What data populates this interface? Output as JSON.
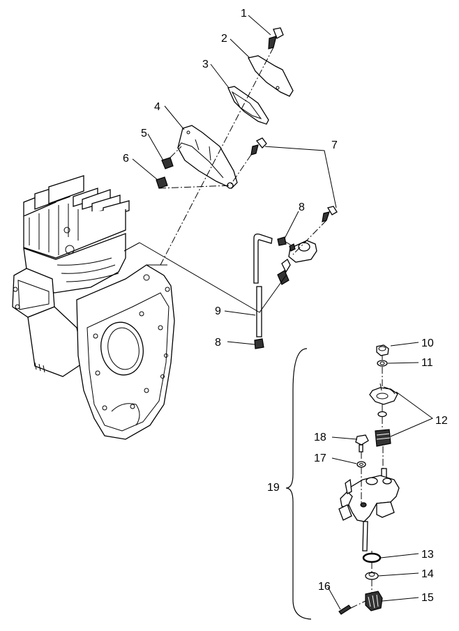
{
  "diagram": {
    "title": "Oil pump / cover exploded parts view",
    "callouts": [
      {
        "id": "1",
        "label": "1"
      },
      {
        "id": "2",
        "label": "2"
      },
      {
        "id": "3",
        "label": "3"
      },
      {
        "id": "4",
        "label": "4"
      },
      {
        "id": "5",
        "label": "5"
      },
      {
        "id": "6",
        "label": "6"
      },
      {
        "id": "7",
        "label": "7"
      },
      {
        "id": "8a",
        "label": "8"
      },
      {
        "id": "8b",
        "label": "8"
      },
      {
        "id": "9",
        "label": "9"
      },
      {
        "id": "10",
        "label": "10"
      },
      {
        "id": "11",
        "label": "11"
      },
      {
        "id": "12",
        "label": "12"
      },
      {
        "id": "13",
        "label": "13"
      },
      {
        "id": "14",
        "label": "14"
      },
      {
        "id": "15",
        "label": "15"
      },
      {
        "id": "16",
        "label": "16"
      },
      {
        "id": "17",
        "label": "17"
      },
      {
        "id": "18",
        "label": "18"
      },
      {
        "id": "19",
        "label": "19"
      }
    ],
    "parts": [
      {
        "name": "bolt"
      },
      {
        "name": "cover-plate"
      },
      {
        "name": "gasket"
      },
      {
        "name": "pump-cover"
      },
      {
        "name": "collar"
      },
      {
        "name": "bushing"
      },
      {
        "name": "banjo-bolt"
      },
      {
        "name": "hose-clamp"
      },
      {
        "name": "oil-hose"
      },
      {
        "name": "nut"
      },
      {
        "name": "washer"
      },
      {
        "name": "control-lever-assembly"
      },
      {
        "name": "o-ring"
      },
      {
        "name": "washer"
      },
      {
        "name": "drive-gear"
      },
      {
        "name": "pin"
      },
      {
        "name": "washer"
      },
      {
        "name": "bleeder-screw"
      },
      {
        "name": "oil-pump-assembly"
      }
    ]
  }
}
